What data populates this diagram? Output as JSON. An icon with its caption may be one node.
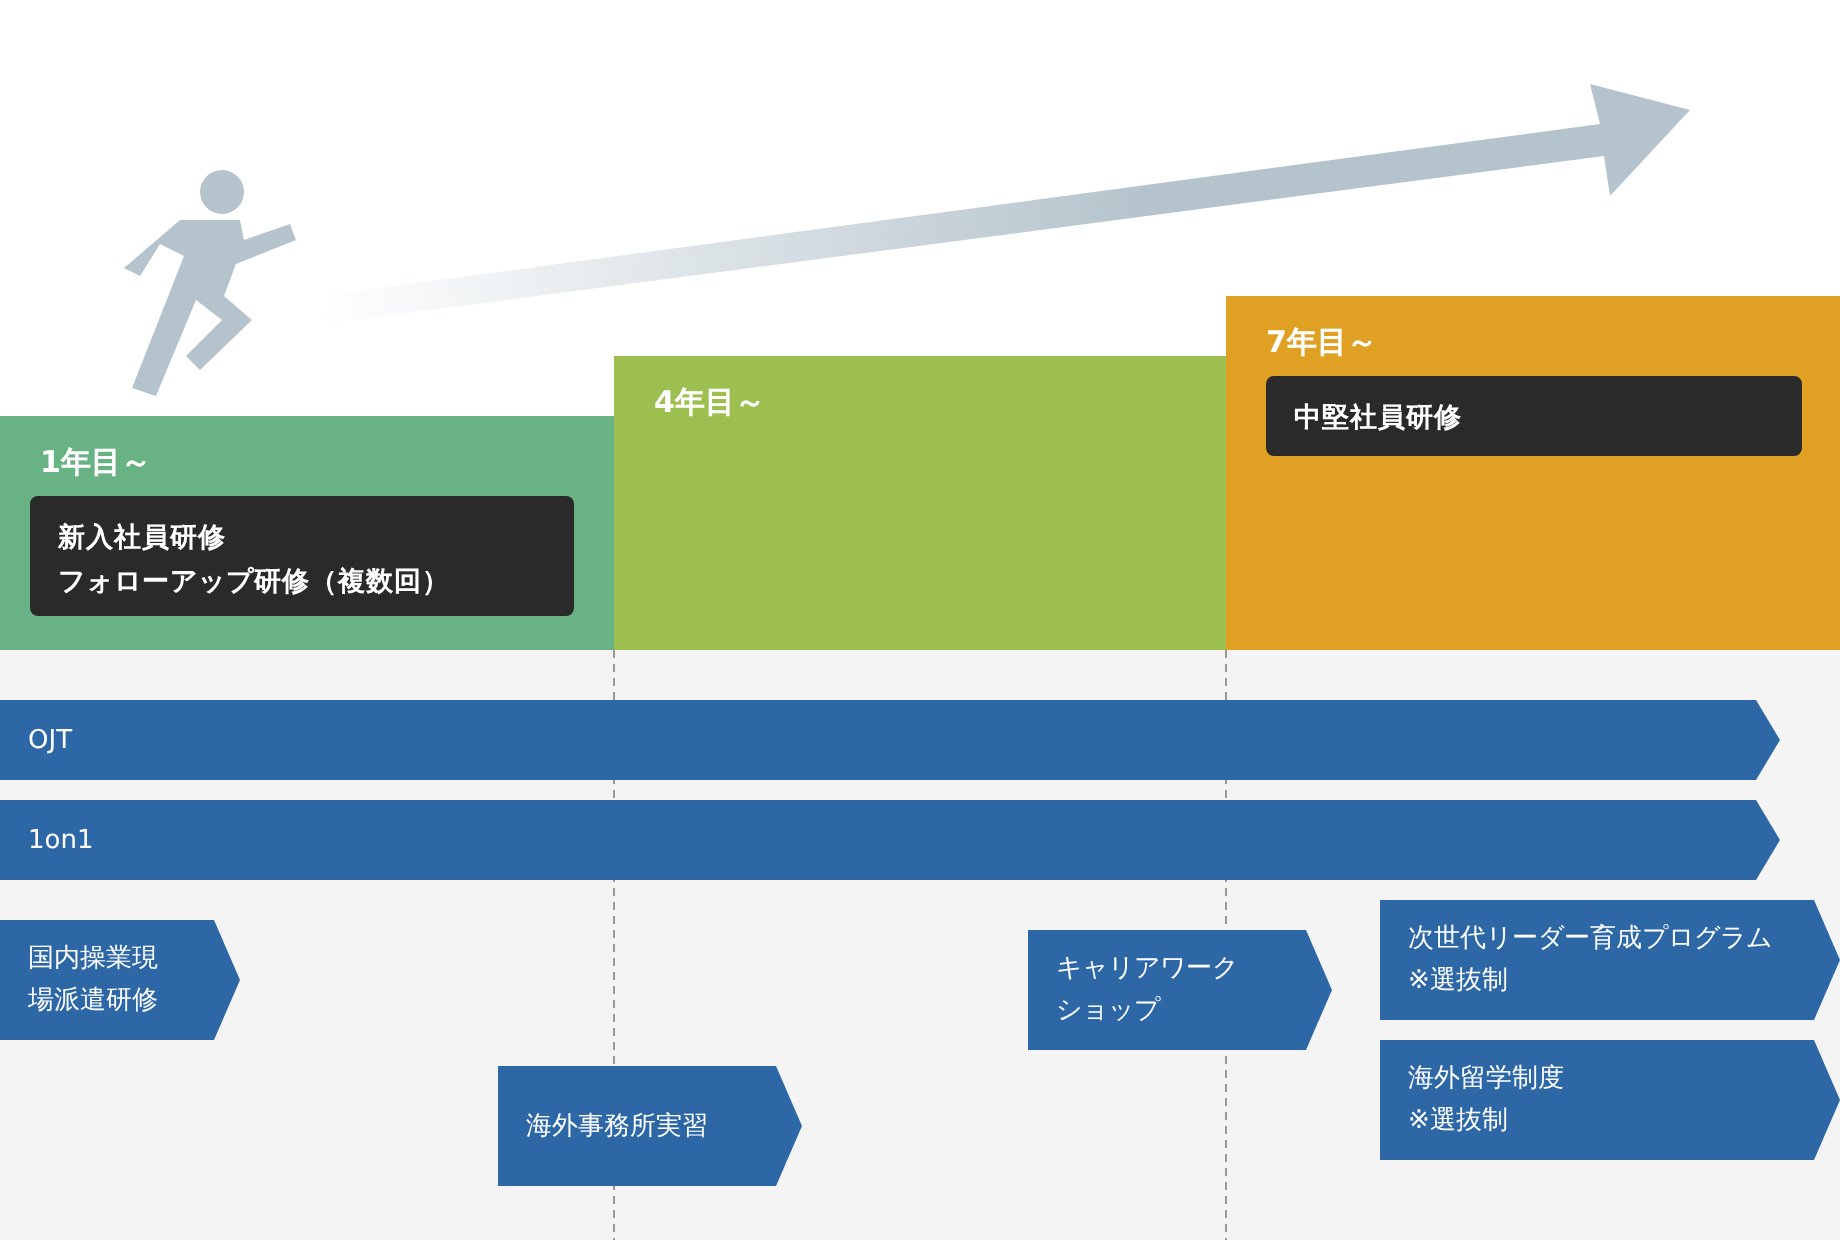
{
  "diagram": {
    "nodes": [
      {
        "text": [
          "1年目～"
        ]
      },
      {
        "text": [
          "新入社員研修",
          "フォローアップ研修（複数回）"
        ],
        "in": 0
      },
      {
        "text": [
          "4年目～"
        ]
      },
      {
        "text": [
          "7年目～"
        ]
      },
      {
        "text": [
          "中堅社員研修"
        ],
        "in": 3
      },
      {
        "text": [
          "OJT"
        ]
      },
      {
        "text": [
          "1on1"
        ]
      },
      {
        "text": [
          "国内操業現場派遣研修"
        ]
      },
      {
        "text": [
          "海外事務所実習"
        ]
      },
      {
        "text": [
          "キャリアワークショップ"
        ]
      },
      {
        "text": [
          "次世代リーダー育成プログラム",
          "※選抜制"
        ]
      },
      {
        "text": [
          "海外留学制度",
          "※選抜制"
        ]
      }
    ]
  }
}
